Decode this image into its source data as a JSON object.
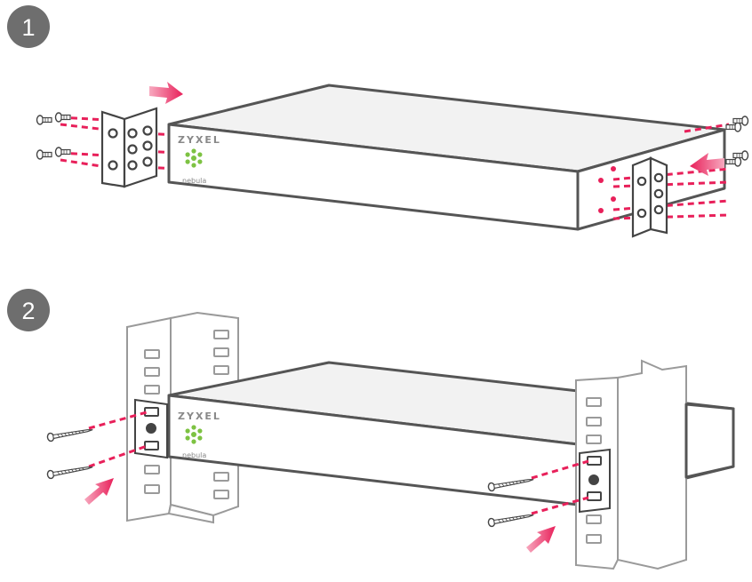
{
  "steps": [
    {
      "number": "1"
    },
    {
      "number": "2"
    }
  ],
  "device": {
    "brand": "ZYXEL",
    "product": "nebula"
  },
  "colors": {
    "outline": "#555555",
    "rack": "#9a9a9a",
    "accent": "#e8205a",
    "badge": "#6e6e6e",
    "logo_green": "#7dc242"
  }
}
